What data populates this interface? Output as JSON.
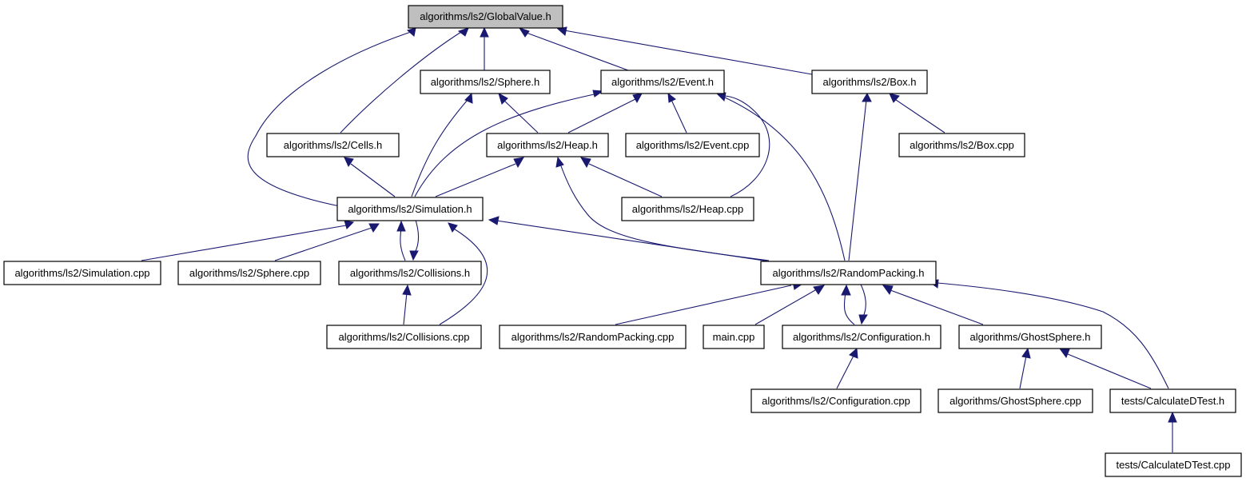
{
  "colors": {
    "edge": "#191970",
    "node_border": "#000000",
    "root_fill": "#bfbfbf",
    "node_fill": "#ffffff"
  },
  "nodes": {
    "globalvalue": "algorithms/ls2/GlobalValue.h",
    "sphere_h": "algorithms/ls2/Sphere.h",
    "event_h": "algorithms/ls2/Event.h",
    "box_h": "algorithms/ls2/Box.h",
    "cells_h": "algorithms/ls2/Cells.h",
    "heap_h": "algorithms/ls2/Heap.h",
    "event_cpp": "algorithms/ls2/Event.cpp",
    "box_cpp": "algorithms/ls2/Box.cpp",
    "simulation_h": "algorithms/ls2/Simulation.h",
    "heap_cpp": "algorithms/ls2/Heap.cpp",
    "simulation_cpp": "algorithms/ls2/Simulation.cpp",
    "sphere_cpp": "algorithms/ls2/Sphere.cpp",
    "collisions_h": "algorithms/ls2/Collisions.h",
    "randompacking_h": "algorithms/ls2/RandomPacking.h",
    "collisions_cpp": "algorithms/ls2/Collisions.cpp",
    "randompacking_cpp": "algorithms/ls2/RandomPacking.cpp",
    "main_cpp": "main.cpp",
    "configuration_h": "algorithms/ls2/Configuration.h",
    "ghostsphere_h": "algorithms/GhostSphere.h",
    "configuration_cpp": "algorithms/ls2/Configuration.cpp",
    "ghostsphere_cpp": "algorithms/GhostSphere.cpp",
    "calculatedtest_h": "tests/CalculateDTest.h",
    "calculatedtest_cpp": "tests/CalculateDTest.cpp"
  }
}
